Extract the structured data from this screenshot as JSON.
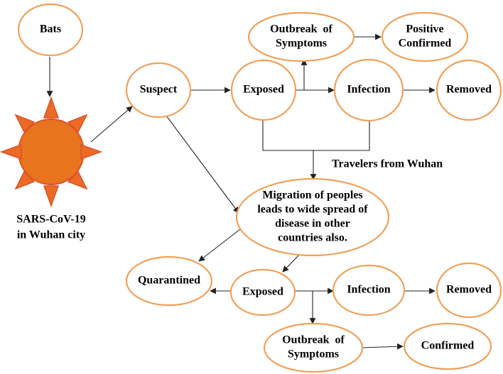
{
  "colors": {
    "node_border": "#f0a15a",
    "sun_fill": "#e8741e",
    "sun_rays": "#ec6a24",
    "sun_outline": "#d9532c",
    "arrow": "#222222"
  },
  "nodes": {
    "bats": "Bats",
    "suspect": "Suspect",
    "exposed_top": "Exposed",
    "infection_top": "Infection",
    "removed_top": "Removed",
    "outbreak_top": [
      "Outbreak  of",
      "Symptoms"
    ],
    "positive_confirmed": [
      "Positive",
      "Confirmed"
    ],
    "migration": [
      "Migration of peoples",
      "leads to wide spread of",
      "disease in other",
      "countries also."
    ],
    "quarantined": "Quarantined",
    "exposed_bottom": "Exposed",
    "infection_bottom": "Infection",
    "removed_bottom": "Removed",
    "outbreak_bottom": [
      "Outbreak  of",
      "Symptoms"
    ],
    "confirmed": "Confirmed"
  },
  "labels": {
    "sars_line1": "SARS-CoV-19",
    "sars_line2": "in Wuhan city",
    "travelers": "Travelers from Wuhan"
  },
  "icons": {
    "virus": "sun-virus-icon"
  }
}
